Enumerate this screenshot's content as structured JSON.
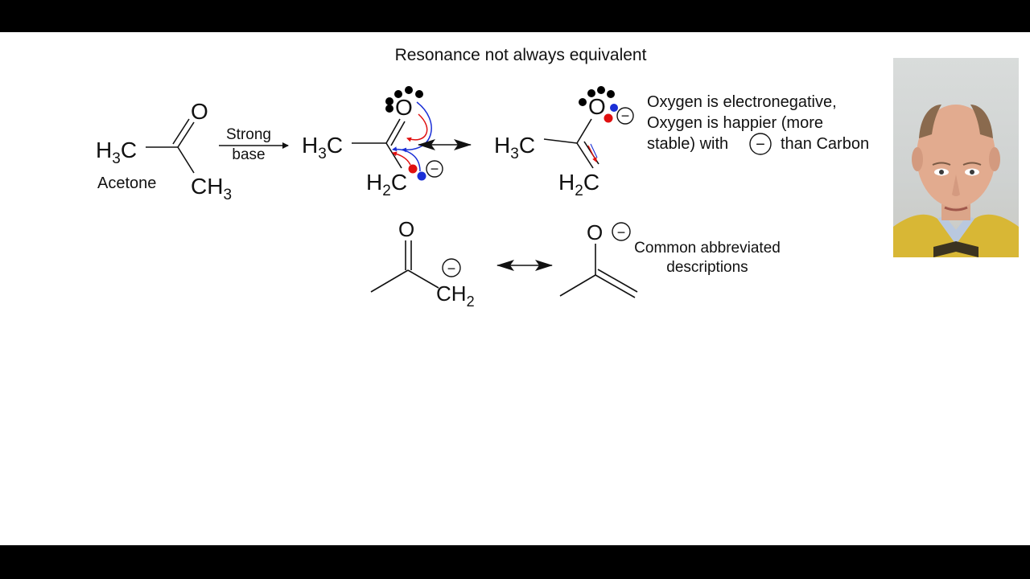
{
  "slide": {
    "title": "Resonance not always equivalent"
  },
  "diagram": {
    "acetone": {
      "h3c": "H",
      "h3c_sub": "3",
      "h3c_c": "C",
      "oxygen": "O",
      "ch3": "CH",
      "ch3_sub": "3",
      "caption": "Acetone"
    },
    "reaction_arrow": {
      "line1": "Strong",
      "line2": "base"
    },
    "enolate_1": {
      "h3c": "H",
      "h3c_sub": "3",
      "h3c_c": "C",
      "oxygen": "O",
      "h2c": "H",
      "h2c_sub": "2",
      "h2c_c": "C",
      "charge": "−"
    },
    "enolate_2": {
      "h3c": "H",
      "h3c_sub": "3",
      "h3c_c": "C",
      "oxygen": "O",
      "h2c": "H",
      "h2c_sub": "2",
      "h2c_c": "C",
      "charge": "−"
    },
    "note": {
      "line1": "Oxygen is electronegative,",
      "line2": "Oxygen is happier (more",
      "line3a": "stable) with",
      "line3_charge": "−",
      "line3b": "than Carbon"
    },
    "abbreviated_1": {
      "oxygen": "O",
      "ch2": "CH",
      "ch2_sub": "2",
      "charge": "−"
    },
    "abbreviated_2": {
      "oxygen": "O",
      "charge": "−"
    },
    "abbrev_label": {
      "line1": "Common abbreviated",
      "line2": "descriptions"
    }
  },
  "colors": {
    "ink": "#111111",
    "electron_red": "#e01010",
    "electron_blue": "#1a2fd6",
    "jacket_yellow": "#d8b735"
  },
  "webcam": {
    "icon": "presenter-video-feed"
  }
}
